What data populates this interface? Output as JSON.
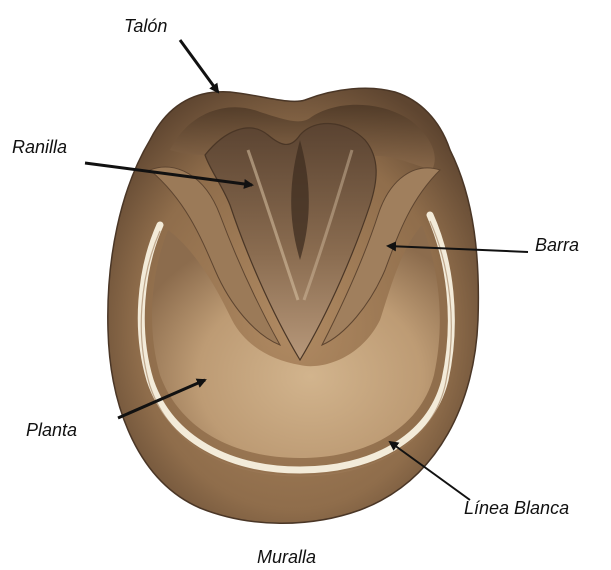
{
  "labels": {
    "talon": "Talón",
    "ranilla": "Ranilla",
    "barra": "Barra",
    "planta": "Planta",
    "linea_blanca": "Línea Blanca",
    "muralla": "Muralla"
  },
  "colors": {
    "wall": "#8a6a48",
    "wall_dark": "#5a4430",
    "sole": "#c4a37c",
    "frog": "#7d6248",
    "white_line": "#f2ead8",
    "arrow": "#111111"
  }
}
